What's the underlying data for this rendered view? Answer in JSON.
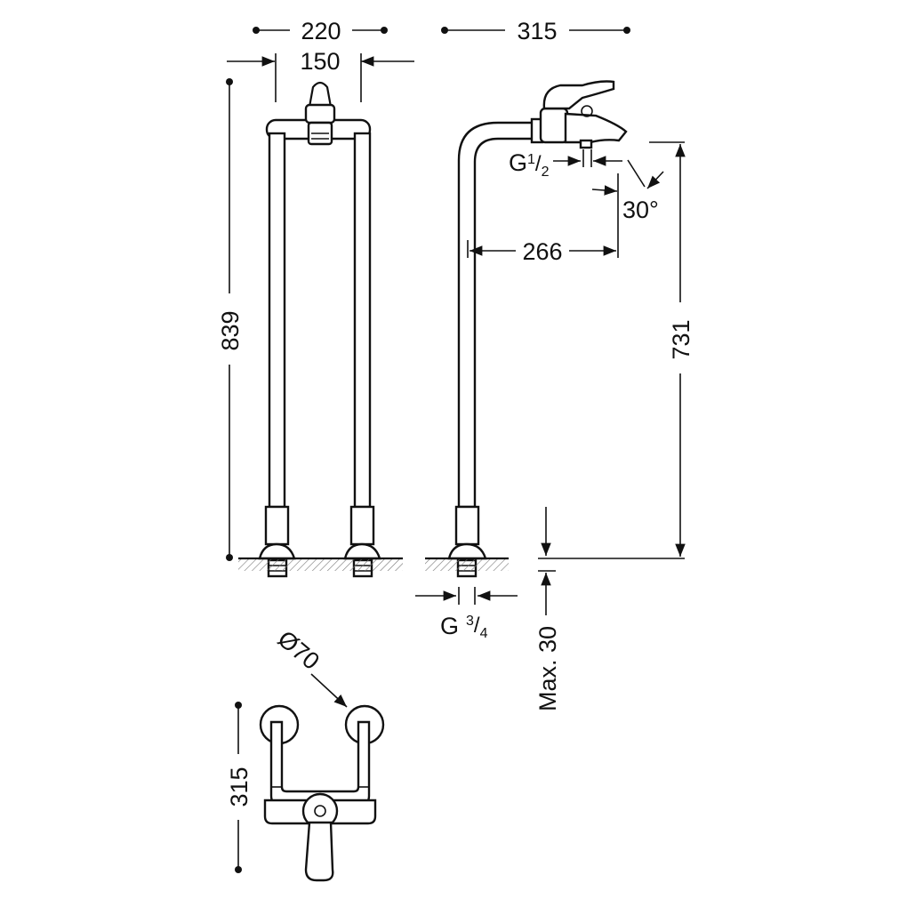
{
  "dimensions": {
    "total_width": "220",
    "spacing": "150",
    "spout_depth": "315",
    "overall_height": "839",
    "spout_height": "731",
    "spout_reach": "266",
    "outlet_thread": "G",
    "outlet_thread_frac_num": "1",
    "outlet_thread_frac_den": "2",
    "spout_angle": "30°",
    "inlet_thread": "G",
    "inlet_thread_frac_num": "3",
    "inlet_thread_frac_den": "4",
    "max_floor": "Max. 30",
    "base_diameter": "Ø70",
    "plan_depth": "315"
  }
}
